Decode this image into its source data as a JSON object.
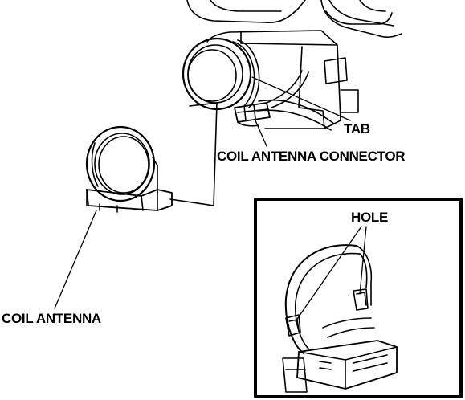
{
  "labels": {
    "tab": "TAB",
    "coil_antenna_connector": "COIL ANTENNA CONNECTOR",
    "hole": "HOLE",
    "coil_antenna": "COIL ANTENNA"
  },
  "colors": {
    "ink": "#000000",
    "paper": "#ffffff"
  },
  "icons": {
    "ignition_key_cylinder": "ignition-key-cylinder-illustration",
    "coil_antenna": "coil-antenna-ring-illustration",
    "detail_inset": "coil-antenna-detail-illustration"
  }
}
